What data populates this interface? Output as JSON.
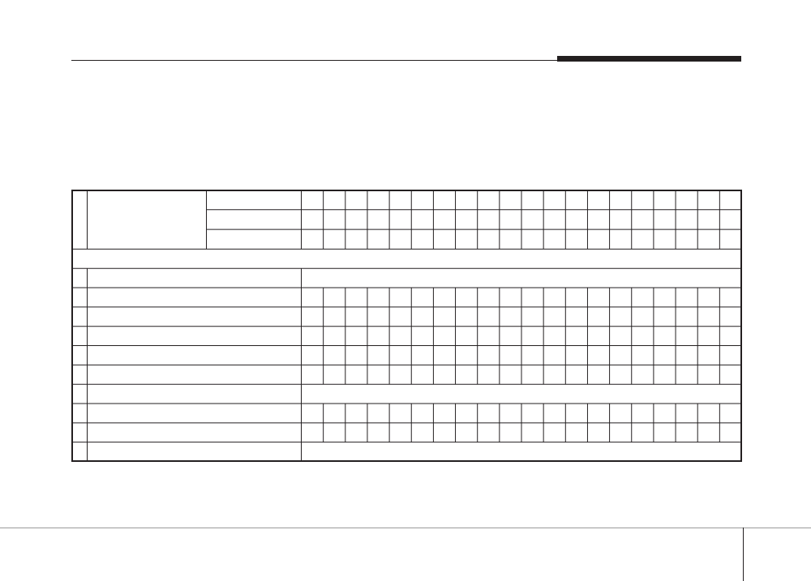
{
  "document": {
    "page_number": "",
    "maintenance_schedule": {
      "columns": 20,
      "header_rows": 3,
      "body_rows": [
        {
          "label": "",
          "type": "section",
          "checks": []
        },
        {
          "label": "",
          "type": "full",
          "checks": []
        },
        {
          "label": "",
          "type": "grid",
          "checks": []
        },
        {
          "label": "",
          "type": "grid",
          "checks": []
        },
        {
          "label": "",
          "type": "grid",
          "checks": []
        },
        {
          "label": "",
          "type": "grid",
          "checks": []
        },
        {
          "label": "",
          "type": "grid",
          "checks": []
        },
        {
          "label": "",
          "type": "full",
          "checks": []
        },
        {
          "label": "",
          "type": "grid",
          "checks": []
        },
        {
          "label": "",
          "type": "grid",
          "checks": []
        },
        {
          "label": "",
          "type": "full",
          "checks": []
        }
      ]
    }
  },
  "colors": {
    "ink": "#231f20",
    "footer_rule": "#9a9a9a"
  }
}
